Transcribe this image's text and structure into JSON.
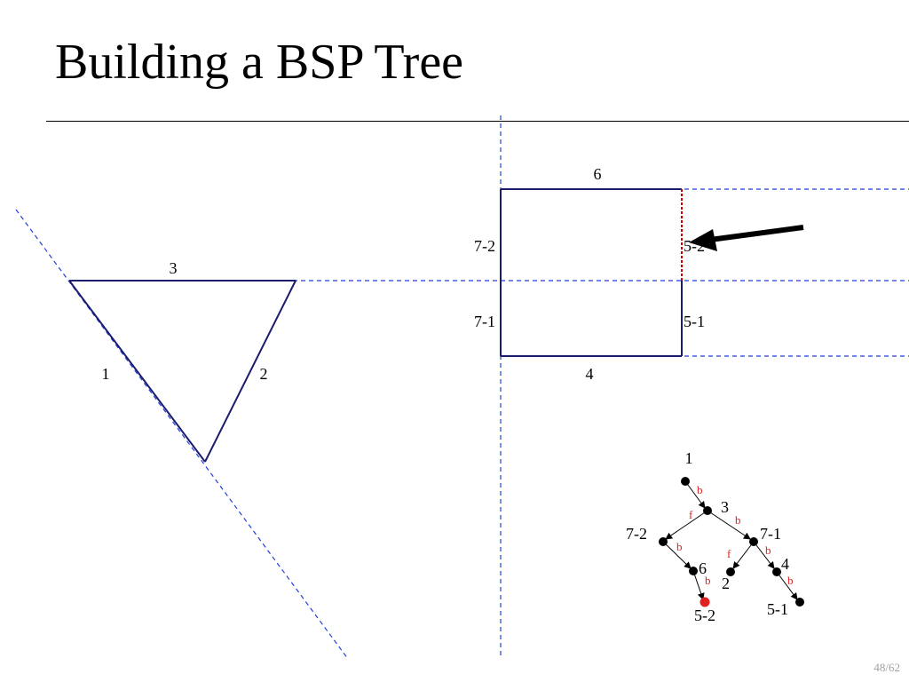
{
  "slide": {
    "title": "Building a BSP Tree",
    "page_number": "48/62"
  },
  "colors": {
    "polygon_edge": "#1c1c6e",
    "split_line": "#1f3fdd",
    "highlight_edge": "#cc0000",
    "node": "#000000",
    "current_node": "#e02020",
    "branch_label": "#e02020",
    "arrow": "#000000"
  },
  "edge_labels": {
    "e1": "1",
    "e2": "2",
    "e3": "3",
    "e4": "4",
    "e6": "6",
    "e7_1": "7-1",
    "e7_2": "7-2",
    "e5_1": "5-1",
    "e5_2": "5-2"
  },
  "tree": {
    "nodes": {
      "n1": "1",
      "n3": "3",
      "n7_2": "7-2",
      "n7_1": "7-1",
      "n6": "6",
      "n2": "2",
      "n4": "4",
      "n5_2": "5-2",
      "n5_1": "5-1"
    },
    "branches": {
      "n1_n3": "b",
      "n3_n7_2": "f",
      "n3_n7_1": "b",
      "n7_2_n6": "b",
      "n6_n5_2": "b",
      "n7_1_n2": "f",
      "n7_1_n4": "b",
      "n4_n5_1": "b"
    },
    "current_node": "5-2"
  }
}
